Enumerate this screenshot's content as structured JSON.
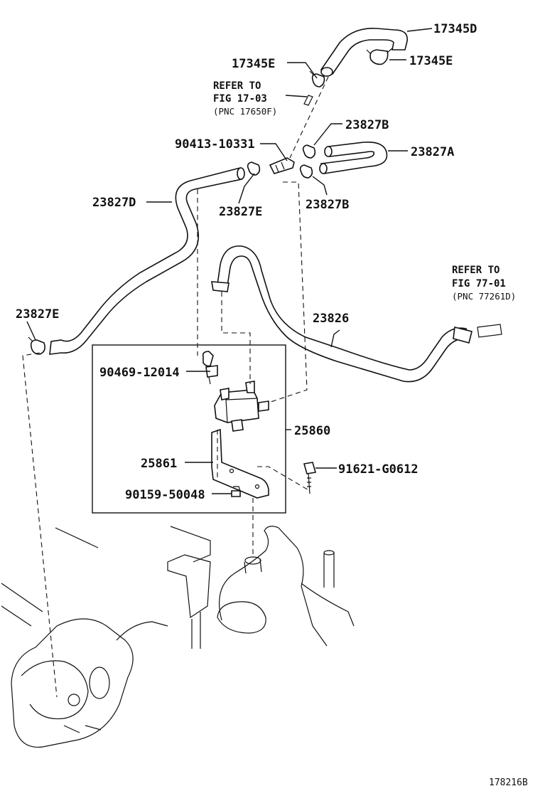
{
  "callouts": {
    "p17345D": "17345D",
    "p17345E_left": "17345E",
    "p17345E_right": "17345E",
    "p23827B_top": "23827B",
    "p23827A": "23827A",
    "p90413": "90413-10331",
    "p23827B_bottom": "23827B",
    "p23827D": "23827D",
    "p23827E_mid": "23827E",
    "p23827E_left": "23827E",
    "p23826": "23826",
    "p90469": "90469-12014",
    "p25860": "25860",
    "p25861": "25861",
    "p91621": "91621-G0612",
    "p90159": "90159-50048"
  },
  "references": {
    "ref1": {
      "line1": "REFER TO",
      "line2": "FIG 17-03",
      "line3": "(PNC 17650F)"
    },
    "ref2": {
      "line1": "REFER TO",
      "line2": "FIG 77-01",
      "line3": "(PNC 77261D)"
    }
  },
  "diagram_code": "178216B"
}
